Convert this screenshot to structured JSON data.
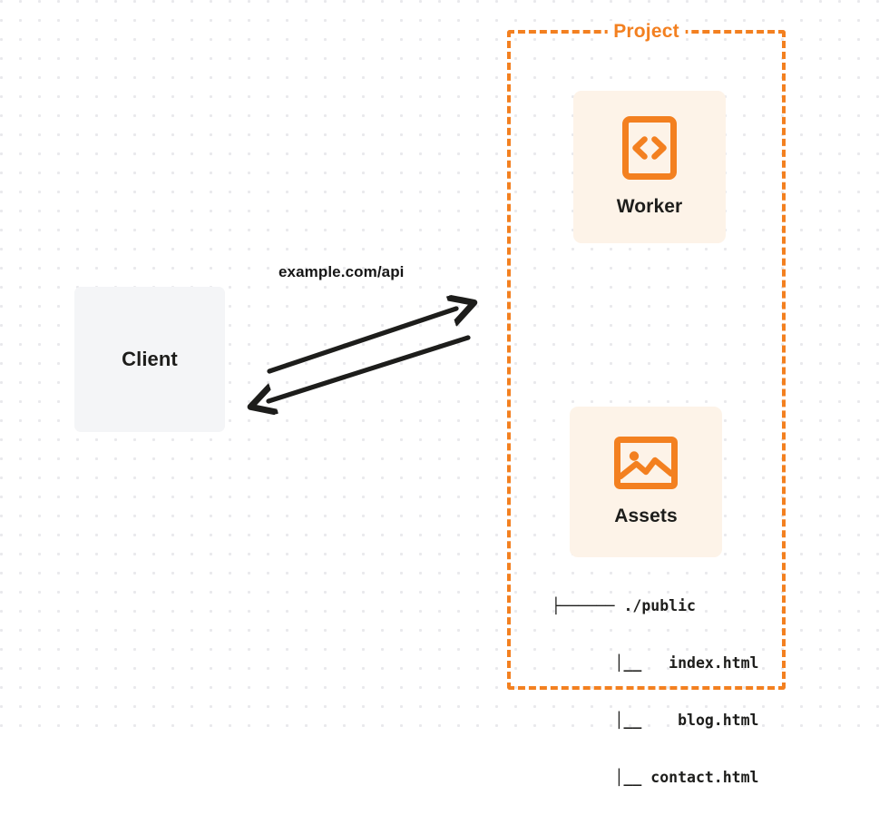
{
  "diagram": {
    "type": "architecture-diagram",
    "background": "dotted-grid",
    "colors": {
      "accent_orange": "#f38020",
      "card_background": "#fdf3e8",
      "client_background": "#f4f5f7",
      "text_dark": "#1d1d1b",
      "dot_grid": "#e9e9ec"
    }
  },
  "client": {
    "label": "Client",
    "icon": "client-box"
  },
  "connection": {
    "label": "example.com/api",
    "direction": "bidirectional",
    "request_arrow": "arrow-right-up",
    "response_arrow": "arrow-left-down"
  },
  "project": {
    "title": "Project",
    "border_style": "dashed",
    "cards": [
      {
        "label": "Worker",
        "icon": "code-brackets-icon"
      },
      {
        "label": "Assets",
        "icon": "image-picture-icon"
      }
    ],
    "file_tree": [
      "├────── ./public",
      "       │__   index.html",
      "       │__    blog.html",
      "       │__ contact.html"
    ]
  }
}
